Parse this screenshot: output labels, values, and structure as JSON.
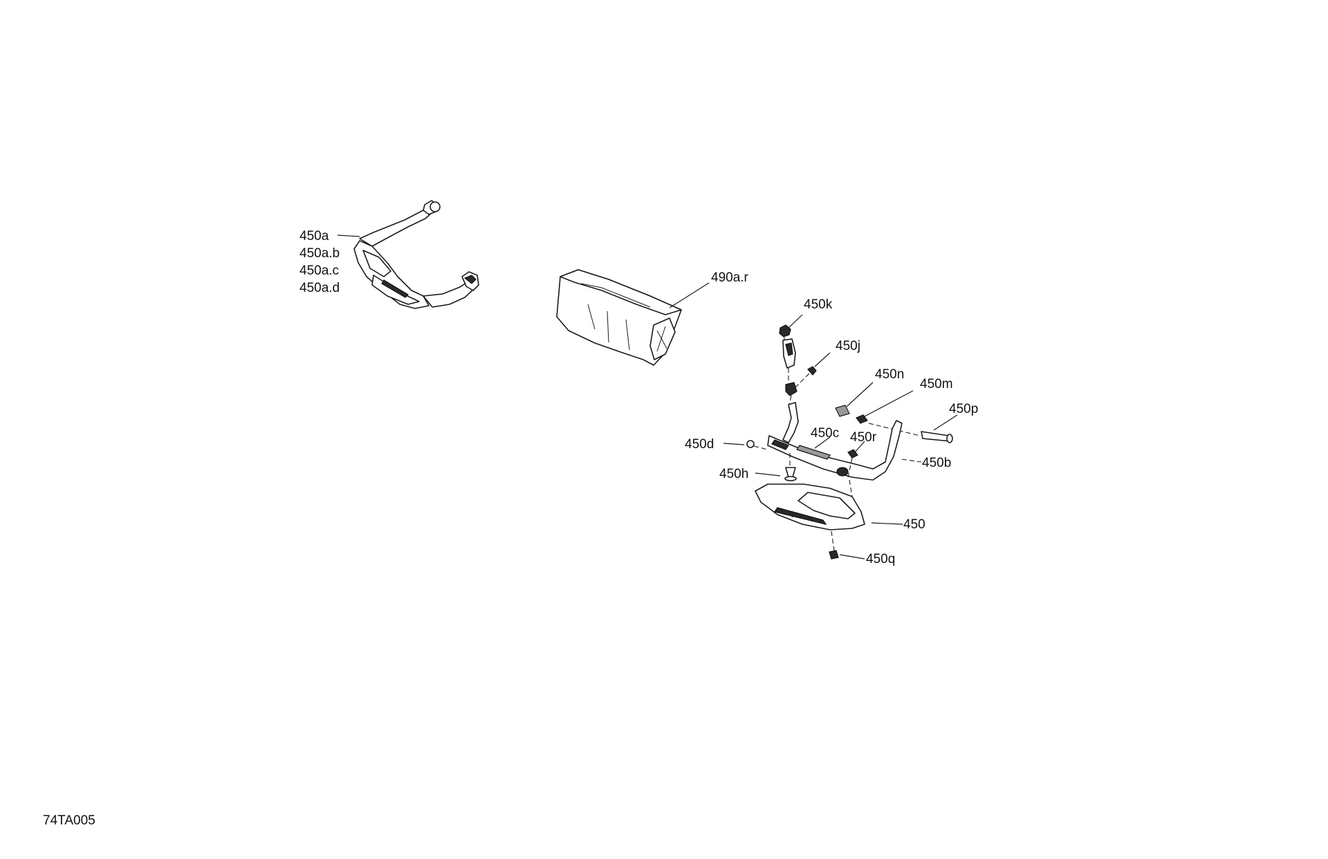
{
  "labels": {
    "p450a": "450a",
    "p450ab": "450a.b",
    "p450ac": "450a.c",
    "p450ad": "450a.d",
    "p490ar": "490a.r",
    "p450k": "450k",
    "p450j": "450j",
    "p450n": "450n",
    "p450m": "450m",
    "p450p": "450p",
    "p450d": "450d",
    "p450c": "450c",
    "p450r": "450r",
    "p450b": "450b",
    "p450h": "450h",
    "p450": "450",
    "p450q": "450q"
  },
  "figure_code": "74TA005"
}
